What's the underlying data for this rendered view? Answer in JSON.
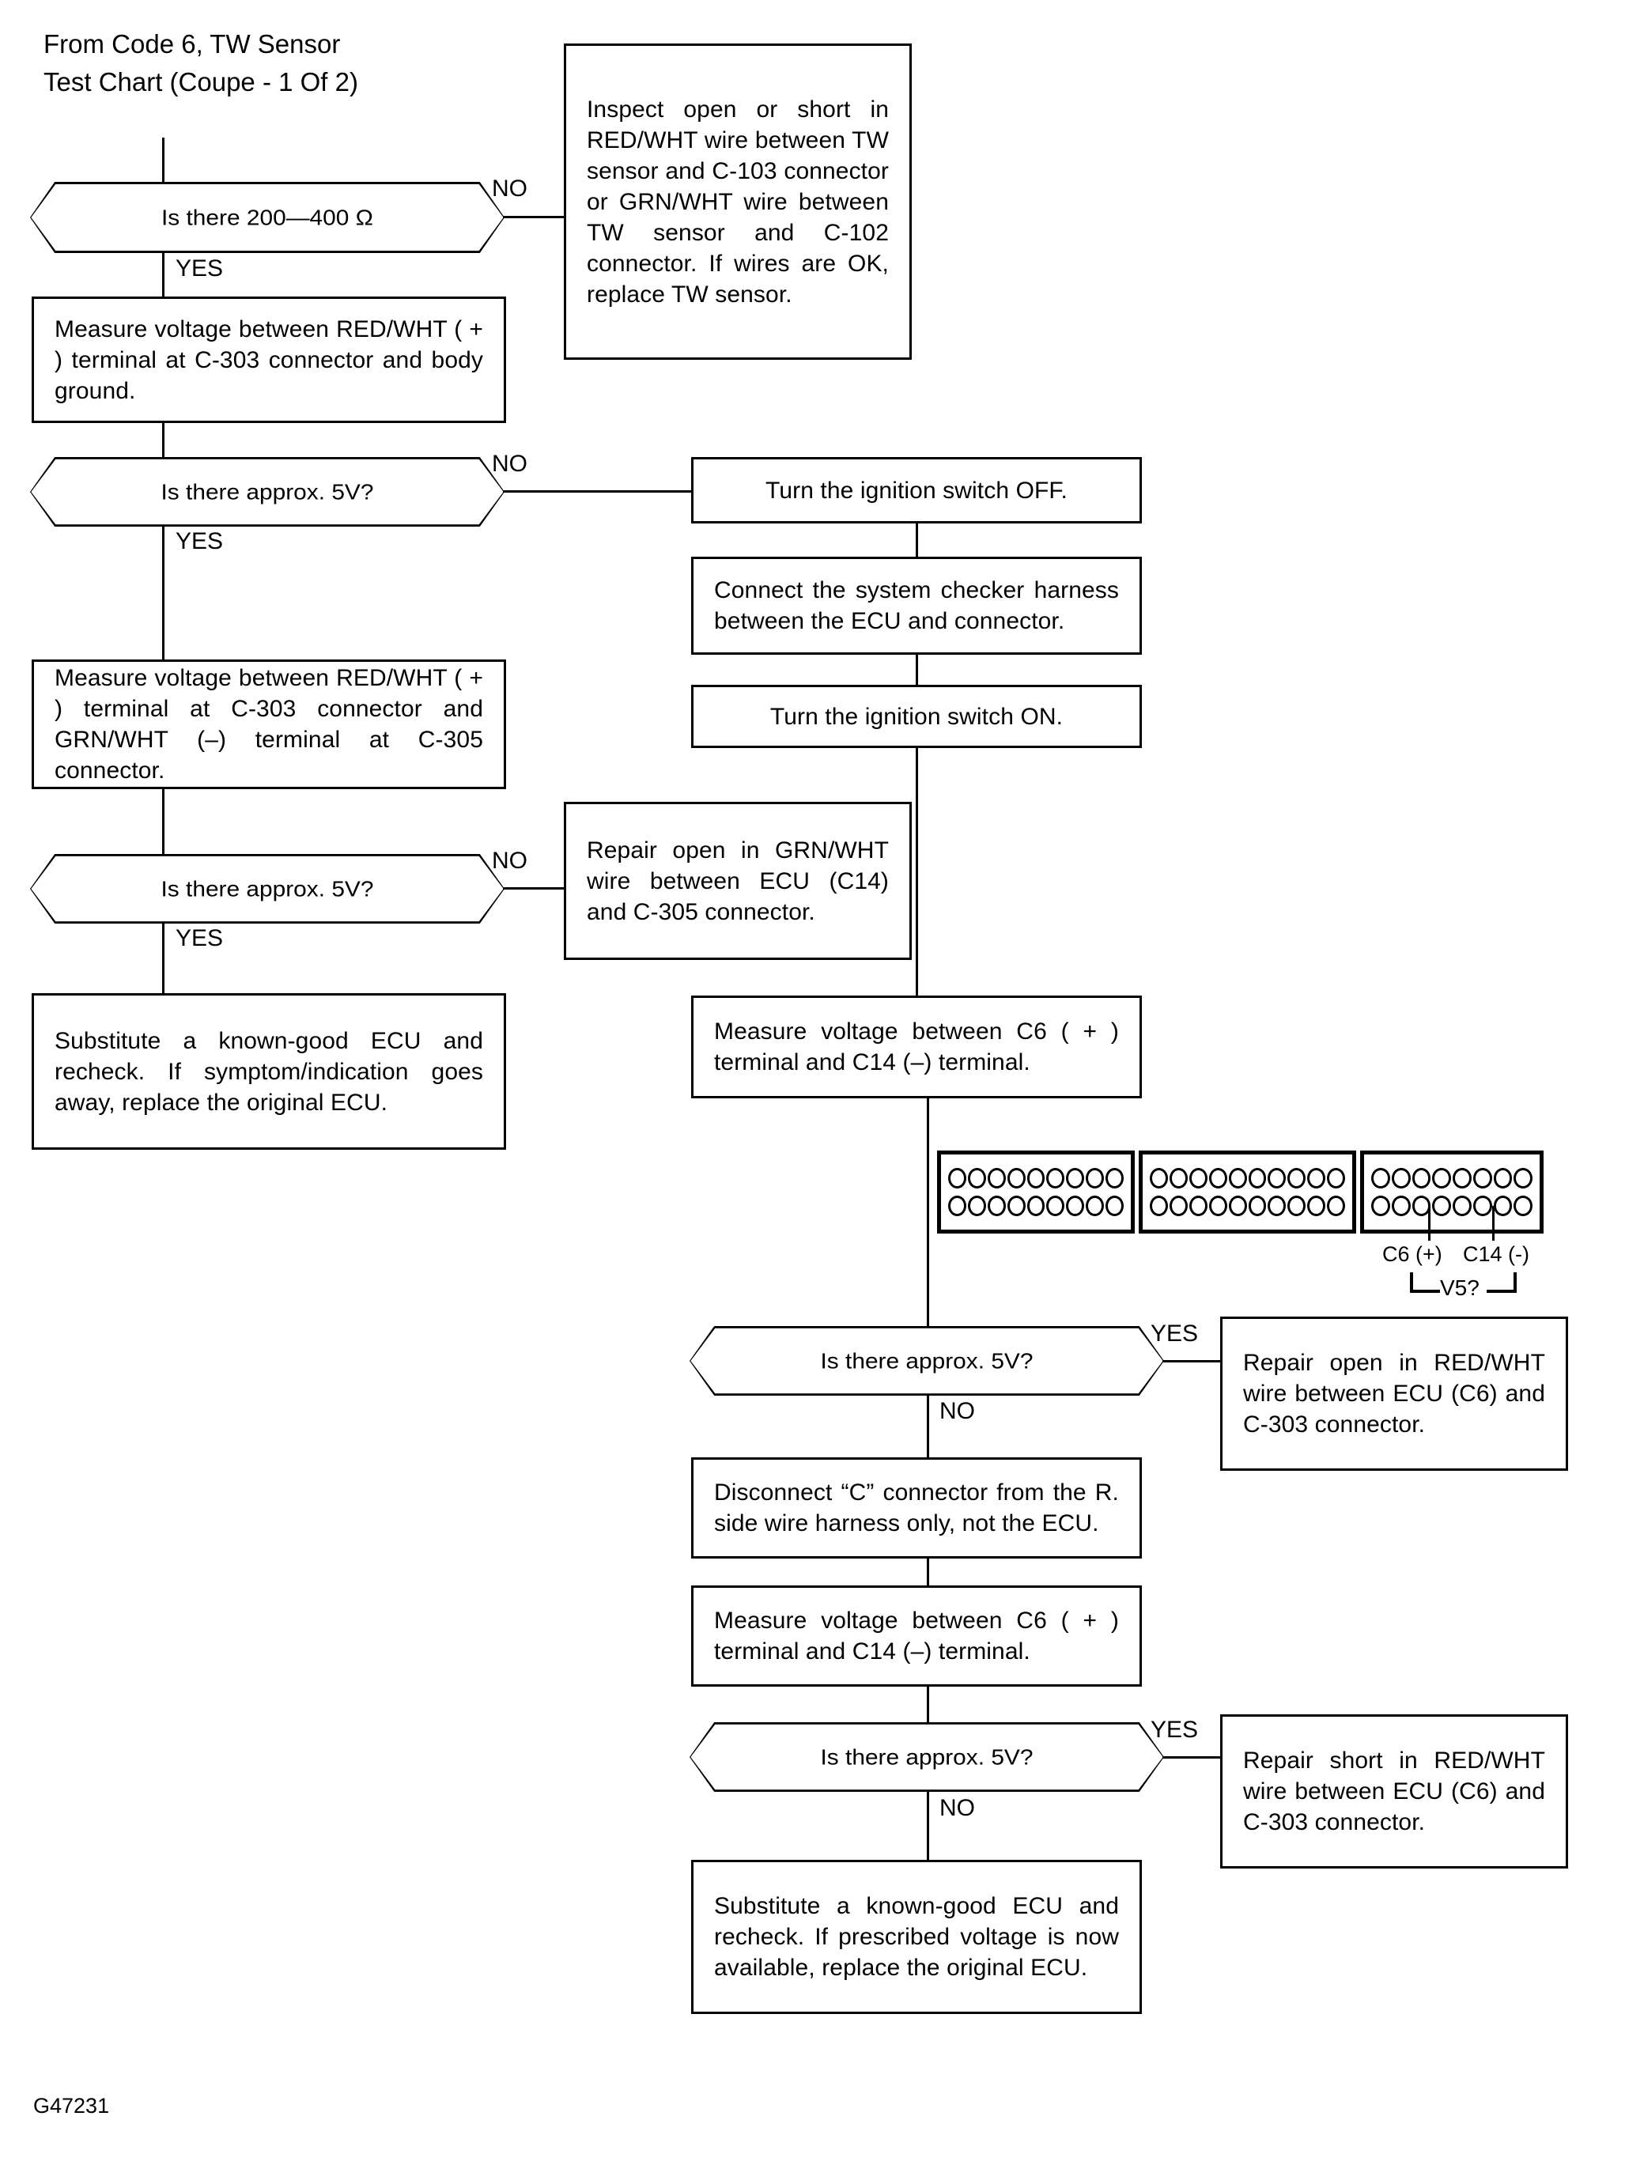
{
  "figure": {
    "code": "G47231",
    "title": "From Code 6, TW Sensor\nTest Chart (Coupe - 1 Of 2)"
  },
  "edge_labels": {
    "yes": "YES",
    "no": "NO"
  },
  "nodes": {
    "d1": {
      "type": "decision",
      "text": "Is there 200—400 Ω"
    },
    "b1": {
      "type": "process",
      "text": "Inspect open or short in RED/WHT wire between TW sensor and C-103 connector or GRN/WHT wire between TW sensor and C-102 connector. If wires are OK, replace TW sensor."
    },
    "b2": {
      "type": "process",
      "text": "Measure voltage between RED/WHT ( + ) terminal at C-303 connector and body ground."
    },
    "d2": {
      "type": "decision",
      "text": "Is there approx. 5V?"
    },
    "b3": {
      "type": "process",
      "text": "Turn the ignition switch OFF."
    },
    "b4": {
      "type": "process",
      "text": "Connect the system checker harness between the ECU and connector."
    },
    "b5": {
      "type": "process",
      "text": "Turn the ignition switch ON."
    },
    "b6": {
      "type": "process",
      "text": "Measure voltage between RED/WHT ( + ) terminal at C-303 connector and GRN/WHT (–) terminal at C-305 connector."
    },
    "d3": {
      "type": "decision",
      "text": "Is there approx. 5V?"
    },
    "b7": {
      "type": "process",
      "text": "Repair open in GRN/WHT wire between ECU (C14) and C-305 connector."
    },
    "b8": {
      "type": "process",
      "text": "Substitute a known-good ECU and recheck. If symptom/indication goes away, replace the original ECU."
    },
    "b9": {
      "type": "process",
      "text": "Measure voltage between C6 ( + ) terminal and C14 (–) terminal."
    },
    "d4": {
      "type": "decision",
      "text": "Is there approx. 5V?"
    },
    "b10": {
      "type": "process",
      "text": "Repair open in RED/WHT wire between ECU (C6) and C-303 connector."
    },
    "b11": {
      "type": "process",
      "text": "Disconnect “C” connector from the R. side wire harness only, not the ECU."
    },
    "b12": {
      "type": "process",
      "text": "Measure voltage between C6 ( + ) terminal and C14 (–) terminal."
    },
    "d5": {
      "type": "decision",
      "text": "Is there approx. 5V?"
    },
    "b13": {
      "type": "process",
      "text": "Repair short in RED/WHT wire between ECU (C6) and C-303 connector."
    },
    "b14": {
      "type": "process",
      "text": "Substitute a known-good ECU and recheck. If prescribed voltage is now available, replace the original ECU."
    }
  },
  "connector": {
    "blocks": [
      {
        "top_pins": 9,
        "bottom_pins": 9
      },
      {
        "top_pins": 10,
        "bottom_pins": 10
      },
      {
        "top_pins": 8,
        "bottom_pins": 8
      }
    ],
    "label_positive": "C6 (+)",
    "label_negative": "C14 (-)",
    "label_measure": "V5?"
  }
}
